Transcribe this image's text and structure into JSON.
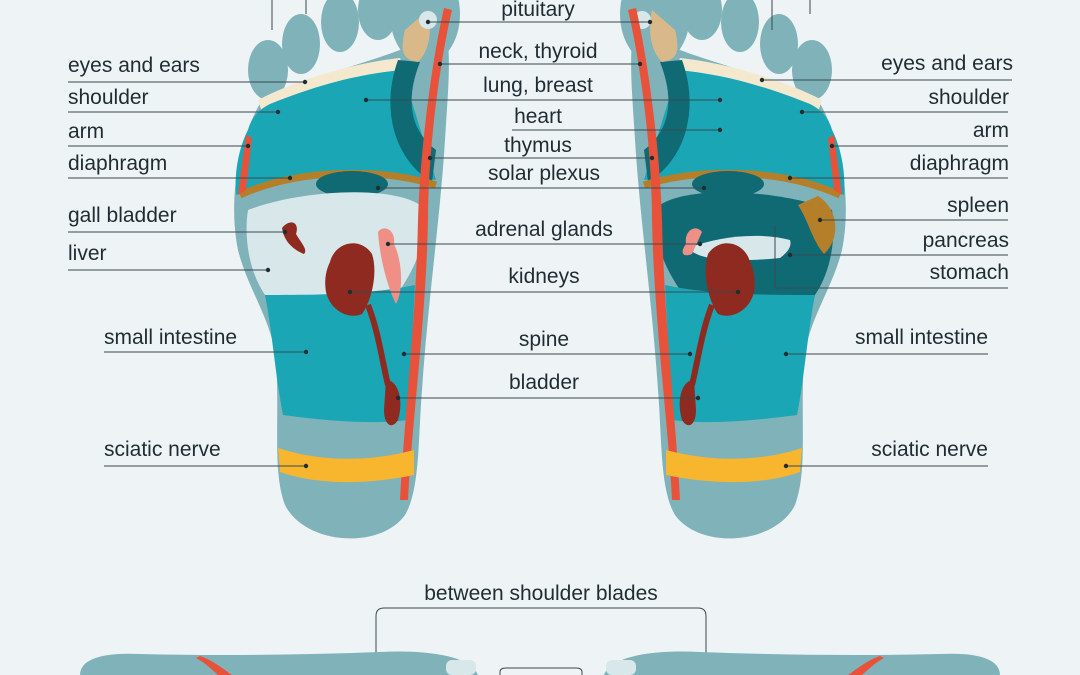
{
  "labels": {
    "left": {
      "eyes_ears": "eyes and ears",
      "shoulder": "shoulder",
      "arm": "arm",
      "diaphragm": "diaphragm",
      "gall_bladder": "gall bladder",
      "liver": "liver",
      "small_intestine": "small intestine",
      "sciatic_nerve": "sciatic nerve"
    },
    "center": {
      "pituitary": "pituitary",
      "neck_thyroid": "neck, thyroid",
      "lung_breast": "lung, breast",
      "heart": "heart",
      "thymus": "thymus",
      "solar_plexus": "solar plexus",
      "adrenal_glands": "adrenal glands",
      "kidneys": "kidneys",
      "spine": "spine",
      "bladder": "bladder"
    },
    "right": {
      "eyes_ears": "eyes and ears",
      "shoulder": "shoulder",
      "arm": "arm",
      "diaphragm": "diaphragm",
      "spleen": "spleen",
      "pancreas": "pancreas",
      "stomach": "stomach",
      "small_intestine": "small intestine",
      "sciatic_nerve": "sciatic nerve"
    },
    "bottom": {
      "between_shoulder_blades": "between shoulder blades"
    }
  },
  "colors": {
    "background": "#eef3f5",
    "foot_base": "#7fb3b9",
    "teal_zone": "#1aa6b4",
    "dark_teal": "#0f6a74",
    "pale_zone": "#d8e7ea",
    "spine_red": "#e8523a",
    "kidney": "#8f2a20",
    "adrenal_pink": "#ef8f86",
    "sciatic_yellow": "#f7b62e",
    "shoulder_cream": "#f4e9cf",
    "gold": "#b57f2a",
    "pituitary_tan": "#d9b98a",
    "text": "#1f2d33",
    "leader_line": "#3a4a50"
  }
}
